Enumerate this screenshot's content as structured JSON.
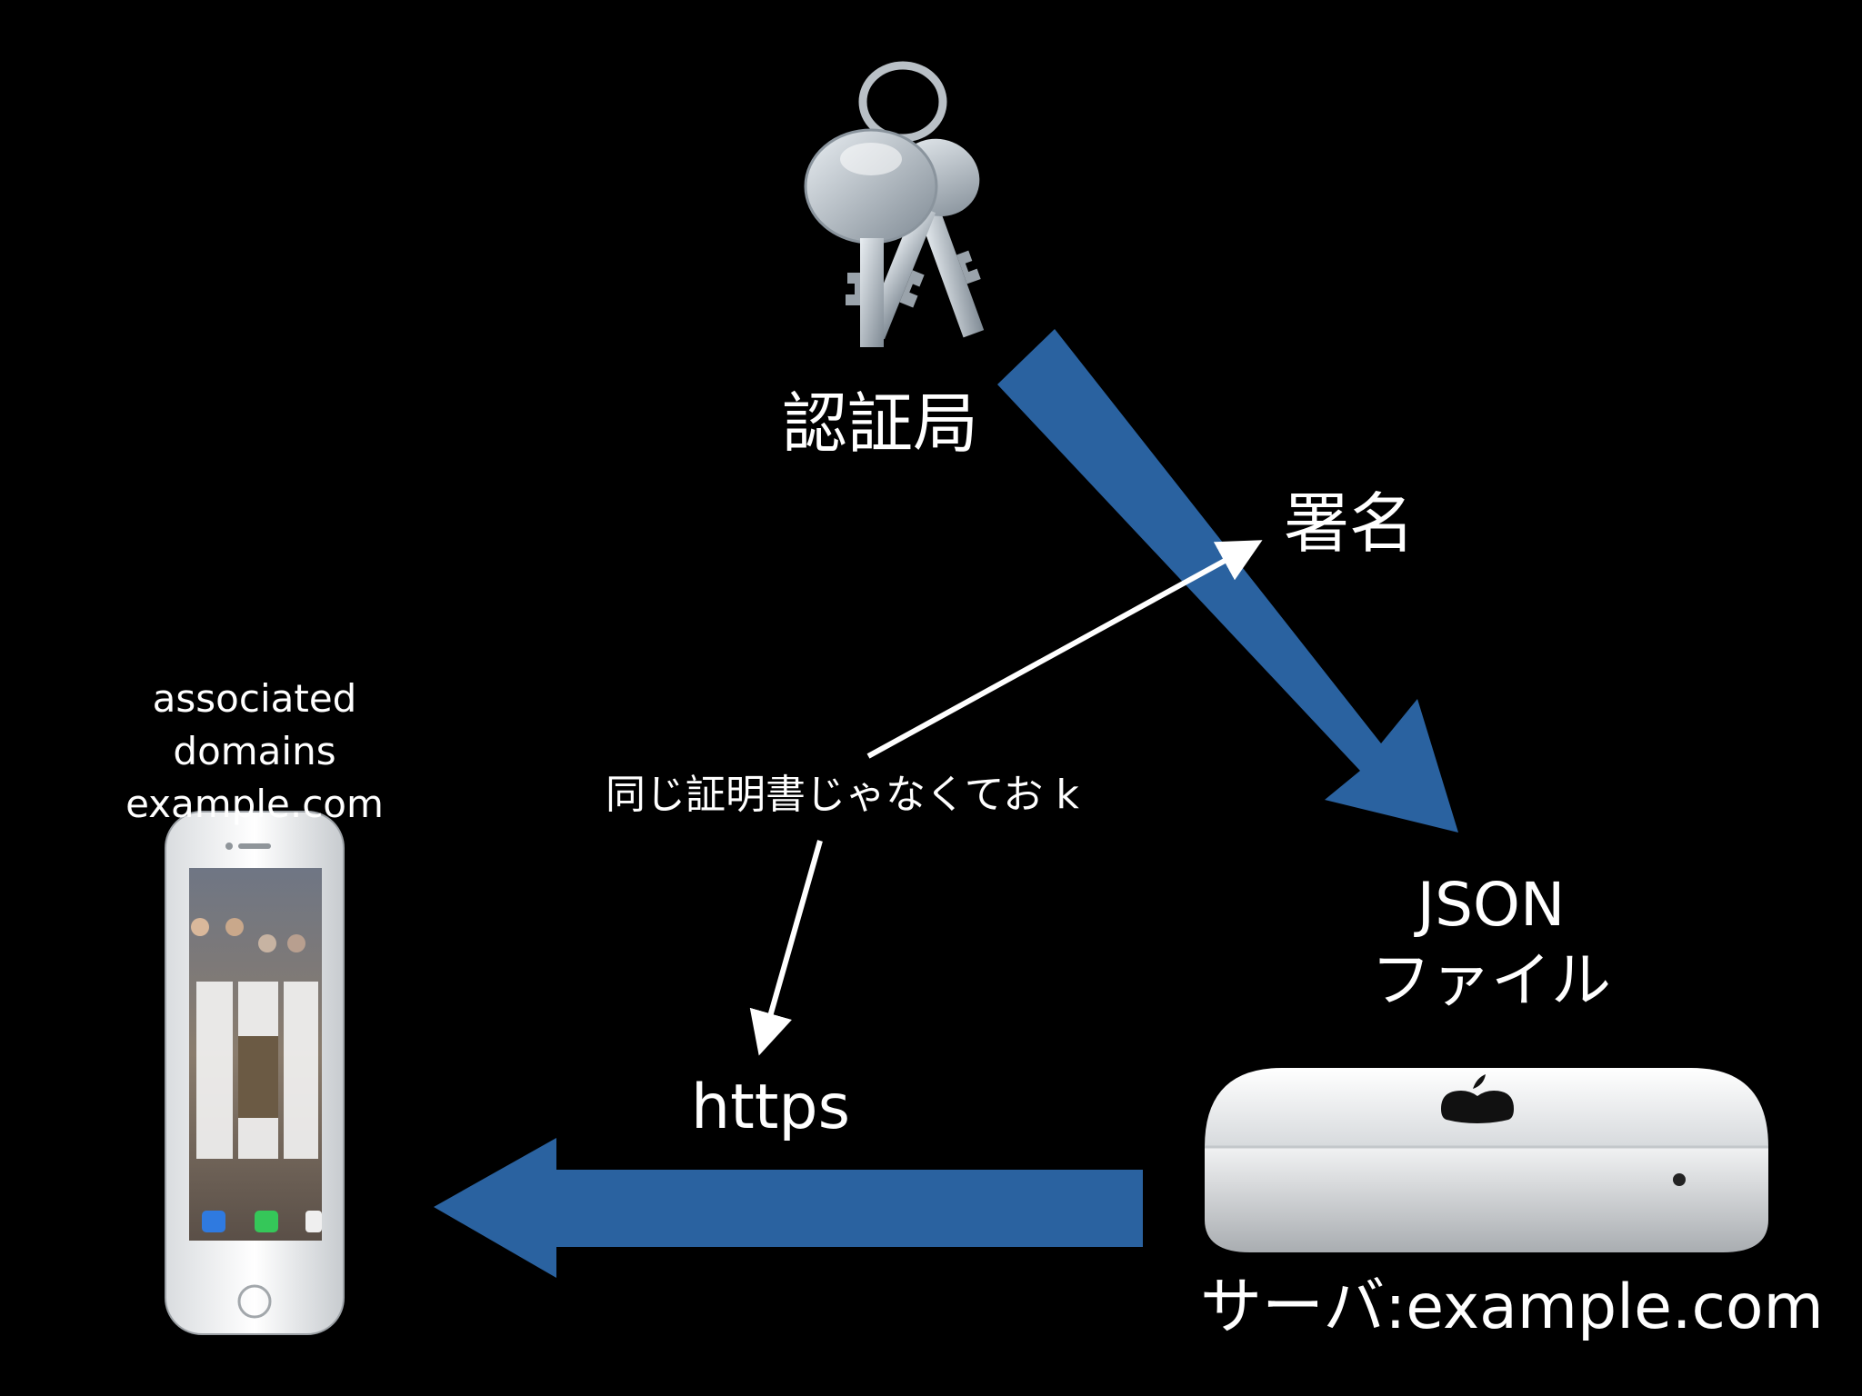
{
  "nodes": {
    "cert_authority": {
      "label": "認証局",
      "icon": "keychain-icon"
    },
    "signature": {
      "label": "署名"
    },
    "device": {
      "caption_line1": "associated domains",
      "caption_line2": "example.com",
      "icon": "iphone-icon"
    },
    "same_cert_note": {
      "label": "同じ証明書じゃなくてお k"
    },
    "json_file": {
      "line1": "JSON",
      "line2": "ファイル"
    },
    "transport": {
      "label": "https"
    },
    "server": {
      "label": "サーバ:example.com",
      "icon": "mac-mini-icon"
    }
  },
  "colors": {
    "background": "#000000",
    "arrow_blue": "#2a62a0",
    "text": "#ffffff"
  }
}
